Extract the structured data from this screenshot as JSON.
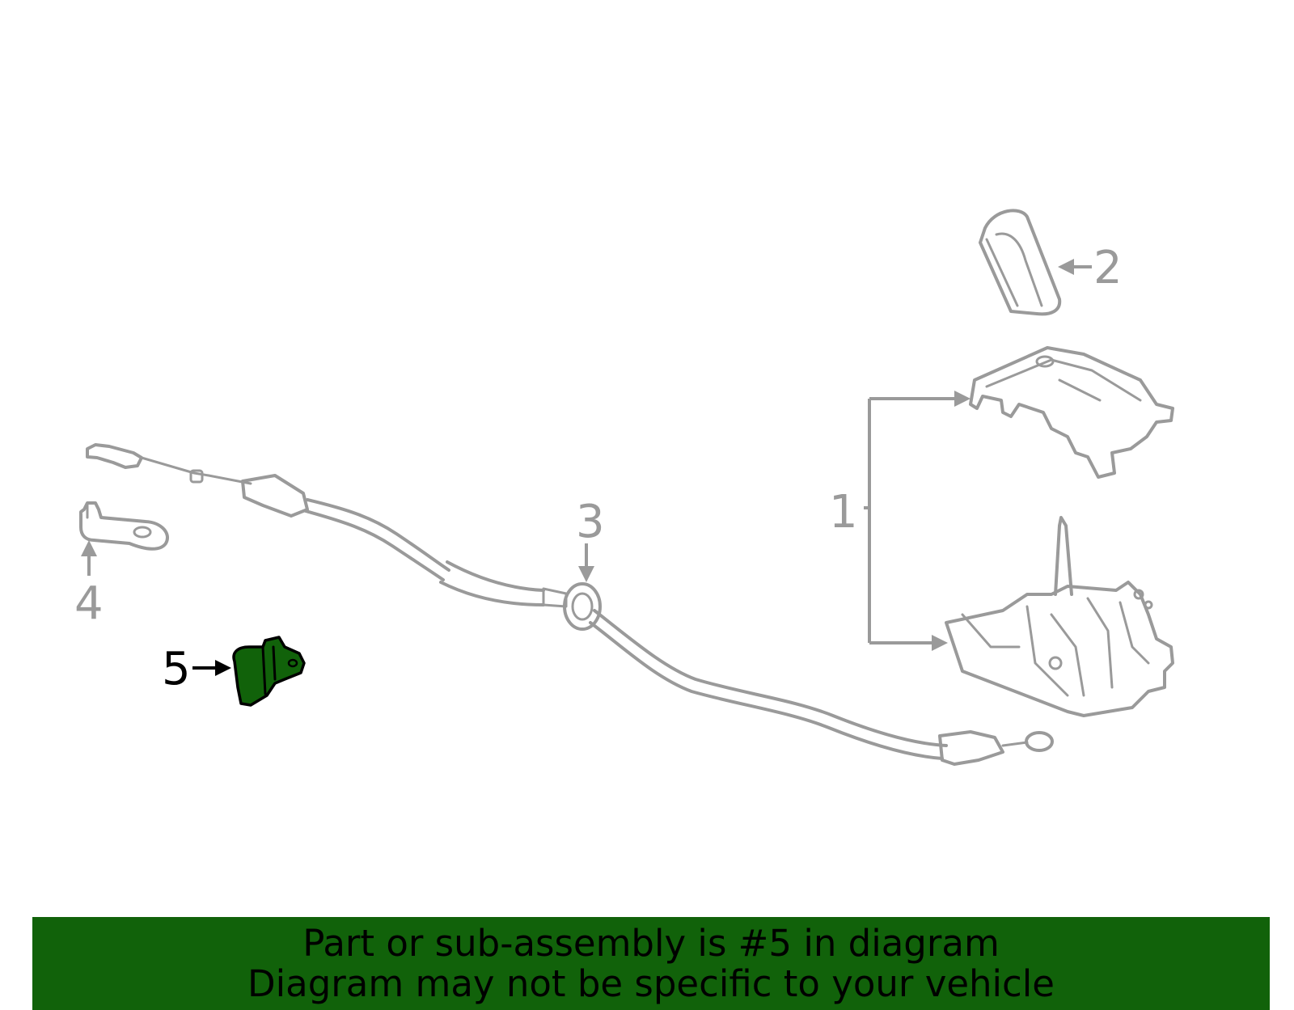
{
  "diagram": {
    "callouts": [
      {
        "number": "1",
        "active": false
      },
      {
        "number": "2",
        "active": false
      },
      {
        "number": "3",
        "active": false
      },
      {
        "number": "4",
        "active": false
      },
      {
        "number": "5",
        "active": true
      }
    ],
    "colors": {
      "line": "#9a9a9a",
      "highlight_fill": "#11620a",
      "highlight_stroke": "#000000",
      "banner_bg": "#11620a",
      "banner_text": "#000000"
    }
  },
  "banner": {
    "line1": "Part or sub-assembly is #5 in diagram",
    "line2": "Diagram may not be specific to your vehicle"
  }
}
